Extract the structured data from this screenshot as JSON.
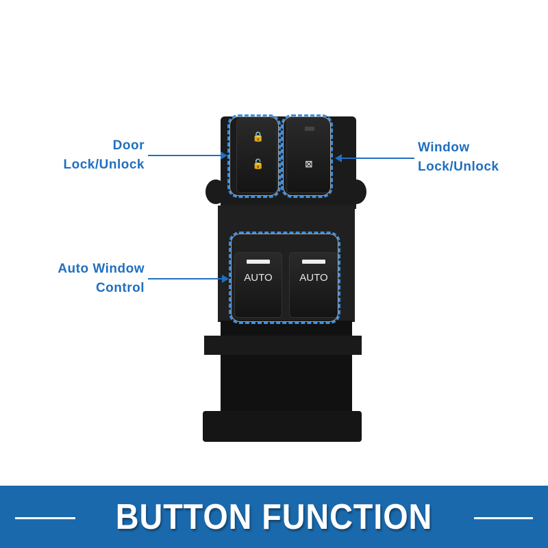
{
  "labels": {
    "door": [
      "Door",
      "Lock/Unlock"
    ],
    "window": [
      "Window",
      "Lock/Unlock"
    ],
    "auto": [
      "Auto Window",
      "Control"
    ]
  },
  "buttons": {
    "auto_left": "AUTO",
    "auto_right": "AUTO"
  },
  "banner": {
    "title": "BUTTON FUNCTION"
  },
  "colors": {
    "accent": "#1f6fc1",
    "banner": "#1a69ac"
  }
}
